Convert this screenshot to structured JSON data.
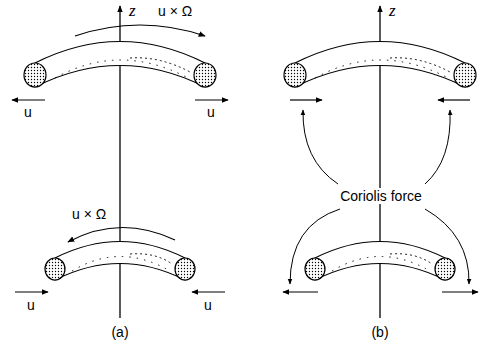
{
  "diagram": {
    "labels": [
      "z",
      "u × Ω",
      "u",
      "u",
      "u × Ω",
      "u",
      "u",
      "(a)",
      "z",
      "Coriolis force",
      "(b)"
    ]
  }
}
